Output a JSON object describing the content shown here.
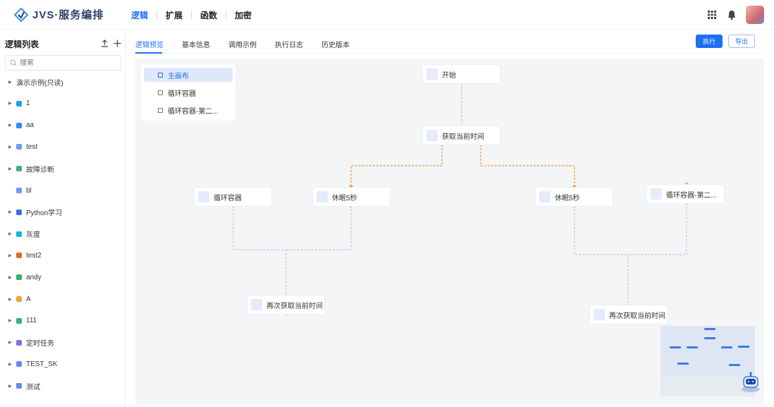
{
  "app": {
    "title": "JVS·服务编排"
  },
  "nav": {
    "items": [
      "逻辑",
      "扩展",
      "函数",
      "加密"
    ],
    "active": 0
  },
  "sidebar": {
    "title": "逻辑列表",
    "search_placeholder": "搜索",
    "items": [
      {
        "label": "演示示例(只读)",
        "color": "",
        "has_children": true
      },
      {
        "label": "1",
        "color": "#1aa3e6",
        "has_children": true
      },
      {
        "label": "aa",
        "color": "#2f8df0",
        "has_children": true
      },
      {
        "label": "test",
        "color": "#6a9cf5",
        "has_children": true
      },
      {
        "label": "故障诊断",
        "color": "#3fb27f",
        "has_children": true
      },
      {
        "label": "bl",
        "color": "#6a9cf5",
        "has_children": false
      },
      {
        "label": "Python学习",
        "color": "#3b6fe0",
        "has_children": true
      },
      {
        "label": "灰度",
        "color": "#1ab0e6",
        "has_children": true
      },
      {
        "label": "test2",
        "color": "#e5672f",
        "has_children": true
      },
      {
        "label": "andy",
        "color": "#34b06a",
        "has_children": true
      },
      {
        "label": "A",
        "color": "#f0a23c",
        "has_children": true
      },
      {
        "label": "111",
        "color": "#2fb36d",
        "has_children": true
      },
      {
        "label": "定时任务",
        "color": "#8c6ce6",
        "has_children": true
      },
      {
        "label": "TEST_SK",
        "color": "#5c8ef0",
        "has_children": true
      },
      {
        "label": "测试",
        "color": "#5c8ef0",
        "has_children": true
      }
    ]
  },
  "tabs": {
    "items": [
      "逻辑预览",
      "基本信息",
      "调用示例",
      "执行日志",
      "历史版本"
    ],
    "active": 0
  },
  "actions": {
    "run": "执行",
    "export": "导出"
  },
  "layers": {
    "items": [
      "主画布",
      "循环容器",
      "循环容器-第二..."
    ],
    "active": 0
  },
  "flow": {
    "nodes": {
      "start": "开始",
      "get_time": "获取当前时间",
      "loop_1": "循环容器",
      "sleep_1": "休眠5秒",
      "sleep_2": "休眠5秒",
      "loop_2": "循环容器-第二...",
      "again_1": "再次获取当前时间",
      "again_2": "再次获取当前时间"
    }
  },
  "colors": {
    "accent": "#1e6ff2",
    "branch_line": "#f0922e",
    "line": "#b8bcc4"
  },
  "icons": {
    "apps": "grid-icon",
    "notifications": "bell-icon"
  }
}
